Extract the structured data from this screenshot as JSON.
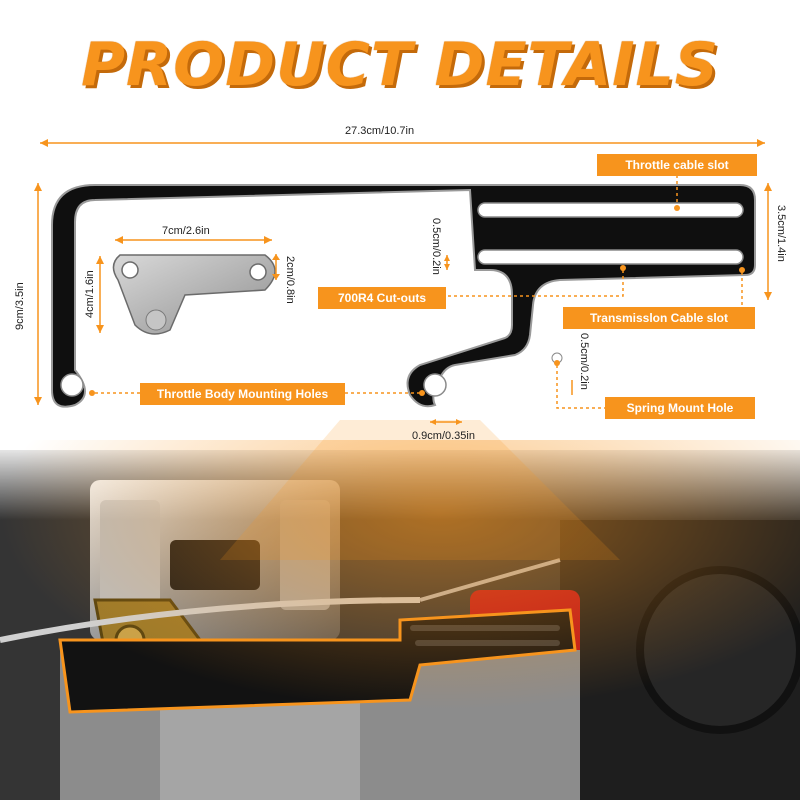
{
  "title": "PRODUCT DETAILS",
  "colors": {
    "accent": "#f7941d",
    "bracket": "#111111",
    "dimension_line": "#f7941d"
  },
  "dimensions": {
    "overall_length": "27.3cm/10.7in",
    "overall_height": "9cm/3.5in",
    "plate_width": "7cm/2.6in",
    "plate_height": "4cm/1.6in",
    "hole_spacing": "2cm/0.8in",
    "slot_gap": "0.5cm/0.2in",
    "right_height": "3.5cm/1.4in",
    "spring_hole": "0.5cm/0.2in",
    "hole_diameter": "0.9cm/0.35in"
  },
  "callouts": {
    "throttle_cable_slot": "Throttle cable slot",
    "cutouts": "700R4 Cut-outs",
    "transmission_cable_slot": "Transmisslon Cable slot",
    "throttle_body_holes": "Throttle Body Mounting Holes",
    "spring_mount_hole": "Spring Mount Hole"
  }
}
